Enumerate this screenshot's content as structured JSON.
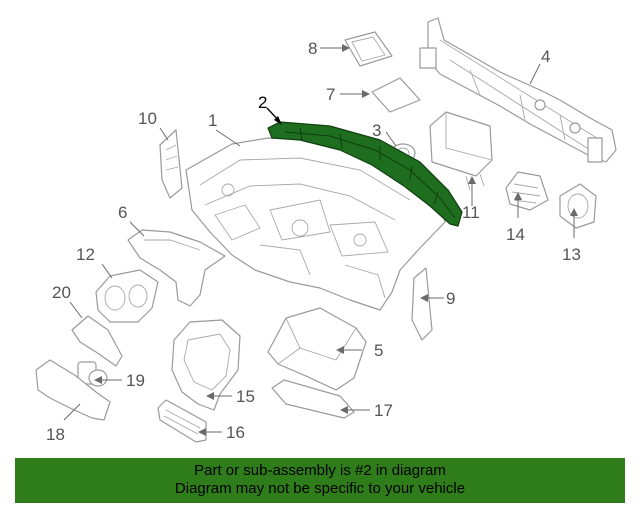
{
  "callouts": {
    "c1": "1",
    "c2": "2",
    "c3": "3",
    "c4": "4",
    "c5": "5",
    "c6": "6",
    "c7": "7",
    "c8": "8",
    "c9": "9",
    "c10": "10",
    "c11": "11",
    "c12": "12",
    "c13": "13",
    "c14": "14",
    "c15": "15",
    "c16": "16",
    "c17": "17",
    "c18": "18",
    "c19": "19",
    "c20": "20"
  },
  "highlighted_part": "2",
  "colors": {
    "highlight": "#1f6e1f",
    "banner": "#2e7d1a",
    "line": "#9a9a9a"
  },
  "banner": {
    "line1": "Part or sub-assembly is #2 in diagram",
    "line2": "Diagram may not be specific to your vehicle"
  }
}
